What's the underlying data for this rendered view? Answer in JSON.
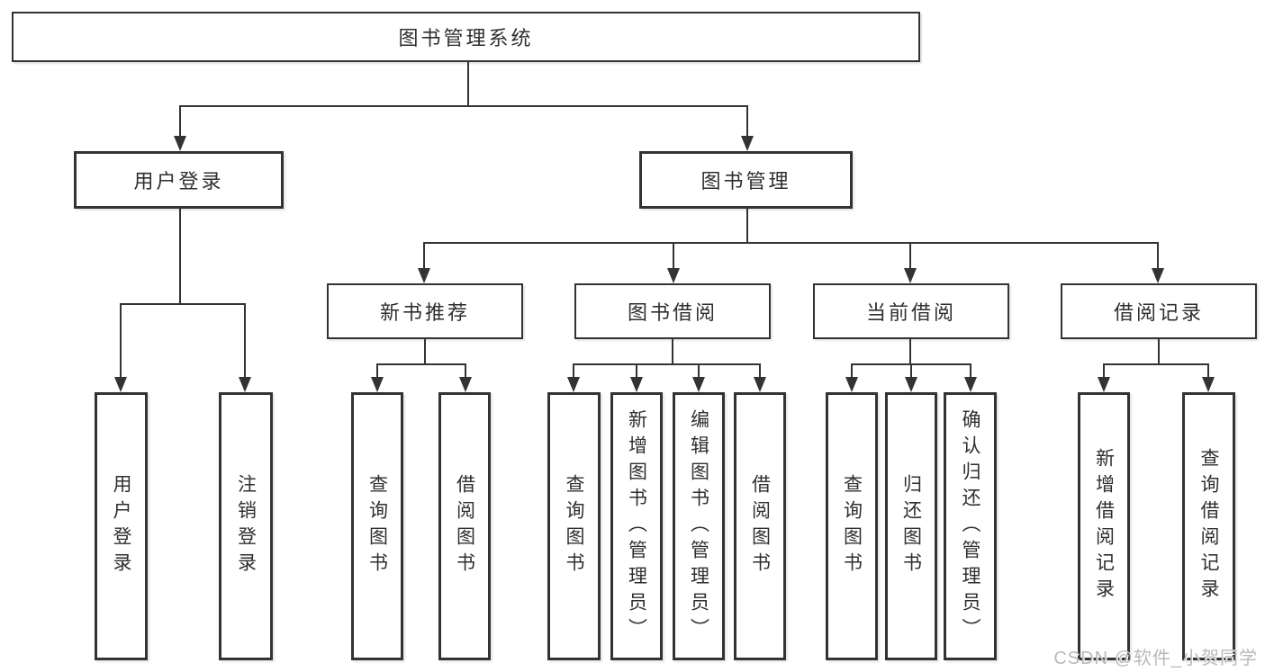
{
  "page": {
    "background": "#ffffff"
  },
  "colors": {
    "box_border": "#333333",
    "connector": "#333333",
    "text": "#2f2f2f",
    "watermark": "#b9b9bb"
  },
  "watermark": {
    "text": "CSDN @软件_小贺同学"
  },
  "diagram": {
    "type": "hierarchy-tree",
    "root": {
      "label": "图书管理系统",
      "children": [
        {
          "label": "用户登录",
          "children": [
            {
              "label": "用户登录"
            },
            {
              "label": "注销登录"
            }
          ]
        },
        {
          "label": "图书管理",
          "children": [
            {
              "label": "新书推荐",
              "children": [
                {
                  "label": "查询图书"
                },
                {
                  "label": "借阅图书"
                }
              ]
            },
            {
              "label": "图书借阅",
              "children": [
                {
                  "label": "查询图书"
                },
                {
                  "label": "新增图书（管理员）"
                },
                {
                  "label": "编辑图书（管理员）"
                },
                {
                  "label": "借阅图书"
                }
              ]
            },
            {
              "label": "当前借阅",
              "children": [
                {
                  "label": "查询图书"
                },
                {
                  "label": "归还图书"
                },
                {
                  "label": "确认归还（管理员）"
                }
              ]
            },
            {
              "label": "借阅记录",
              "children": [
                {
                  "label": "新增借阅记录"
                },
                {
                  "label": "查询借阅记录"
                }
              ]
            }
          ]
        }
      ]
    }
  }
}
